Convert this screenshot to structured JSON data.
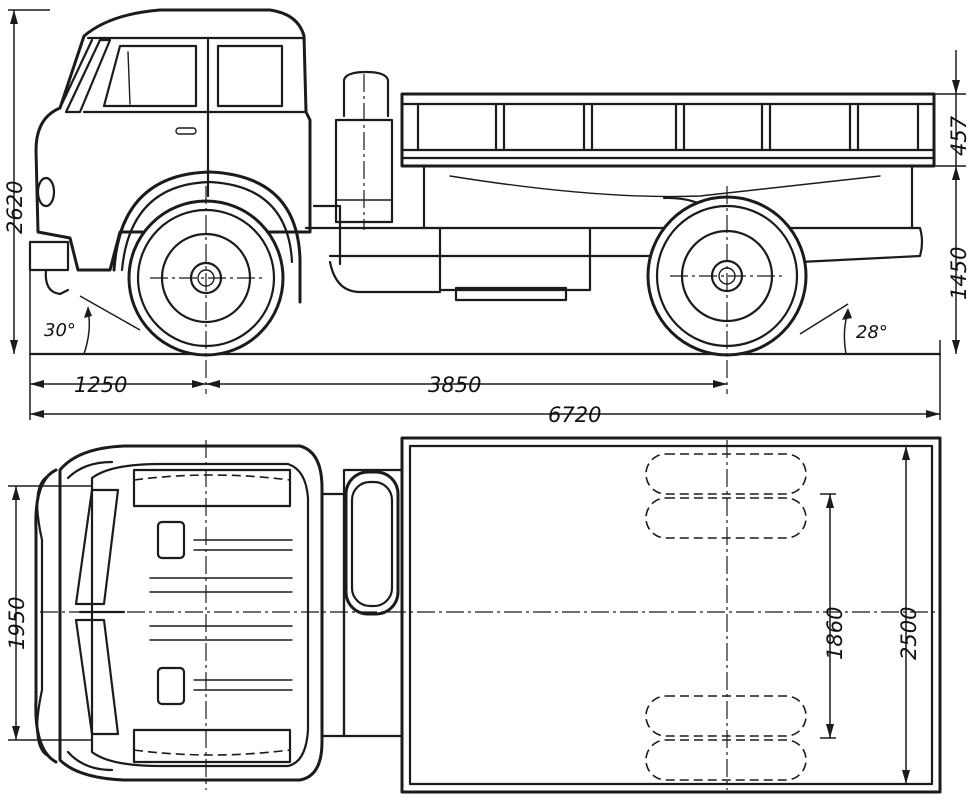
{
  "dimensions": {
    "overall_height": "2620",
    "platform_side_height": "457",
    "platform_floor_height": "1450",
    "front_overhang": "1250",
    "wheelbase": "3850",
    "overall_length": "6720",
    "cab_width": "1950",
    "rear_track": "1860",
    "overall_width": "2500"
  },
  "angles": {
    "approach": "30°",
    "departure": "28°"
  }
}
